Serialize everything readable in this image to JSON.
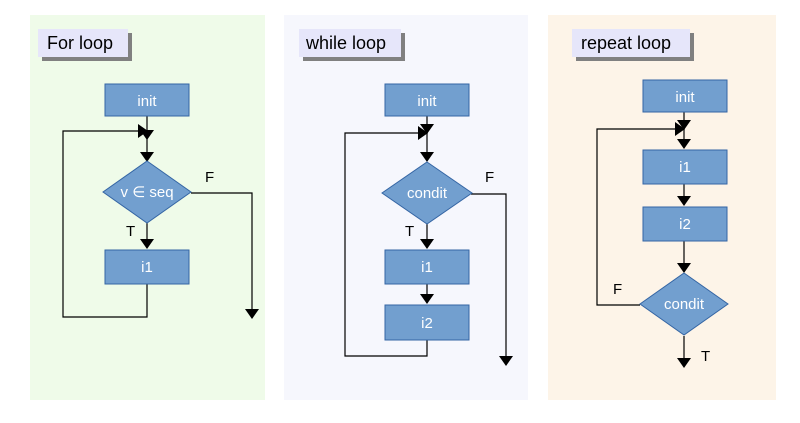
{
  "colors": {
    "for_bg": "#effbe9",
    "while_bg": "#f6f7fd",
    "repeat_bg": "#fdf4e8",
    "box_fill": "#729fcf",
    "box_stroke": "#3465a4",
    "box_text": "#ffffff",
    "title_bg": "#e6e6fa",
    "title_shadow": "#808080",
    "line": "#000000"
  },
  "panels": {
    "for": {
      "title": "For loop",
      "init": "init",
      "cond": "v ∈ seq",
      "body1": "i1",
      "true_label": "T",
      "false_label": "F"
    },
    "while": {
      "title": "while loop",
      "init": "init",
      "cond": "condit",
      "body1": "i1",
      "body2": "i2",
      "true_label": "T",
      "false_label": "F"
    },
    "repeat": {
      "title": "repeat loop",
      "init": "init",
      "body1": "i1",
      "body2": "i2",
      "cond": "condit",
      "true_label": "T",
      "false_label": "F"
    }
  }
}
